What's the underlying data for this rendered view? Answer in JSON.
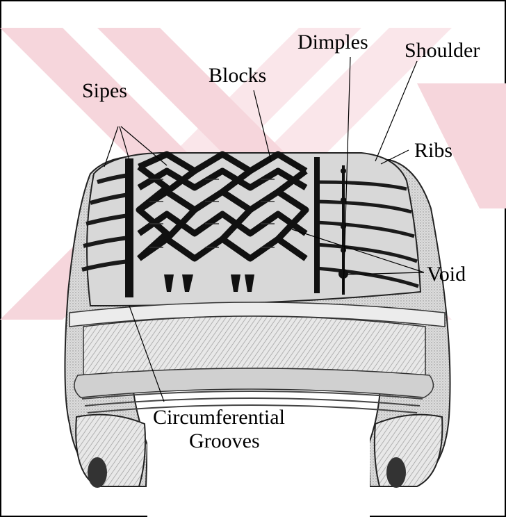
{
  "colors": {
    "frame": "#000000",
    "background": "#ffffff",
    "watermark": "#f6d6dc",
    "tire_fill": "#e4e4e4",
    "tread_fill": "#d2d2d2",
    "groove": "#111111",
    "belt": "#bdbdbd"
  },
  "labels": {
    "sipes": "Sipes",
    "blocks": "Blocks",
    "dimples": "Dimples",
    "shoulder": "Shoulder",
    "ribs": "Ribs",
    "void": "Void",
    "grooves_line1": "Circumferential",
    "grooves_line2": "Grooves"
  }
}
